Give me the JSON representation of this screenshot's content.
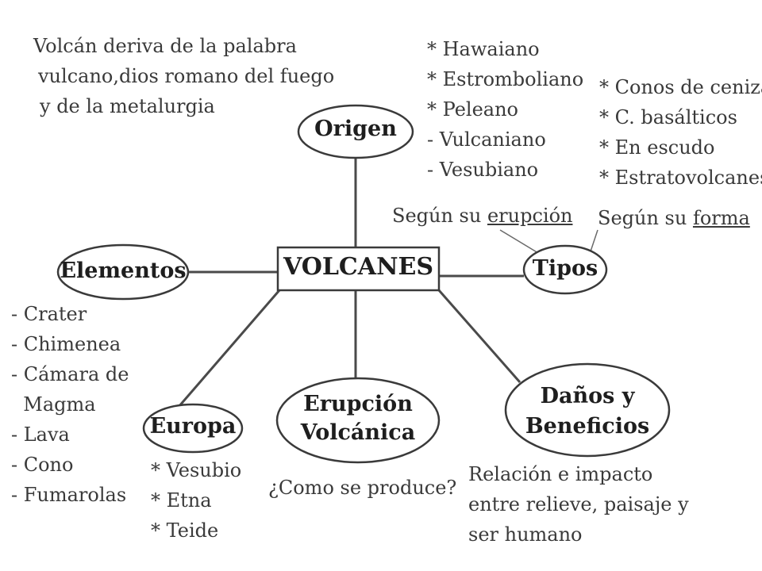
{
  "center": {
    "label": "VOLCANES"
  },
  "nodes": {
    "origen": "Origen",
    "tipos": "Tipos",
    "elementos": "Elementos",
    "europa": "Europa",
    "erupcion": [
      "Erupción",
      "Volcánica"
    ],
    "danos": [
      "Daños y",
      "Beneficios"
    ]
  },
  "origen_note": [
    "Volcán deriva de la palabra",
    "vulcano,dios romano del fuego",
    "y de la metalurgia"
  ],
  "eruption_types": [
    "* Hawaiano",
    "* Estromboliano",
    "* Peleano",
    "- Vulcaniano",
    "- Vesubiano"
  ],
  "form_types": [
    "* Conos de cenizas",
    "* C. basálticos",
    "* En escudo",
    "* Estratovolcanes"
  ],
  "tipos_labels": {
    "eruption_prefix": "Según su ",
    "eruption_word": "erupción",
    "form_prefix": "Según su ",
    "form_word": "forma"
  },
  "elements_list": [
    "- Crater",
    "- Chimenea",
    "- Cámara de",
    "  Magma",
    "- Lava",
    "- Cono",
    "- Fumarolas"
  ],
  "europe_list": [
    "* Vesubio",
    "* Etna",
    "* Teide"
  ],
  "erupcion_note": "¿Como se produce?",
  "danos_note": [
    "Relación e impacto",
    "entre relieve, paisaje y",
    "ser humano"
  ]
}
